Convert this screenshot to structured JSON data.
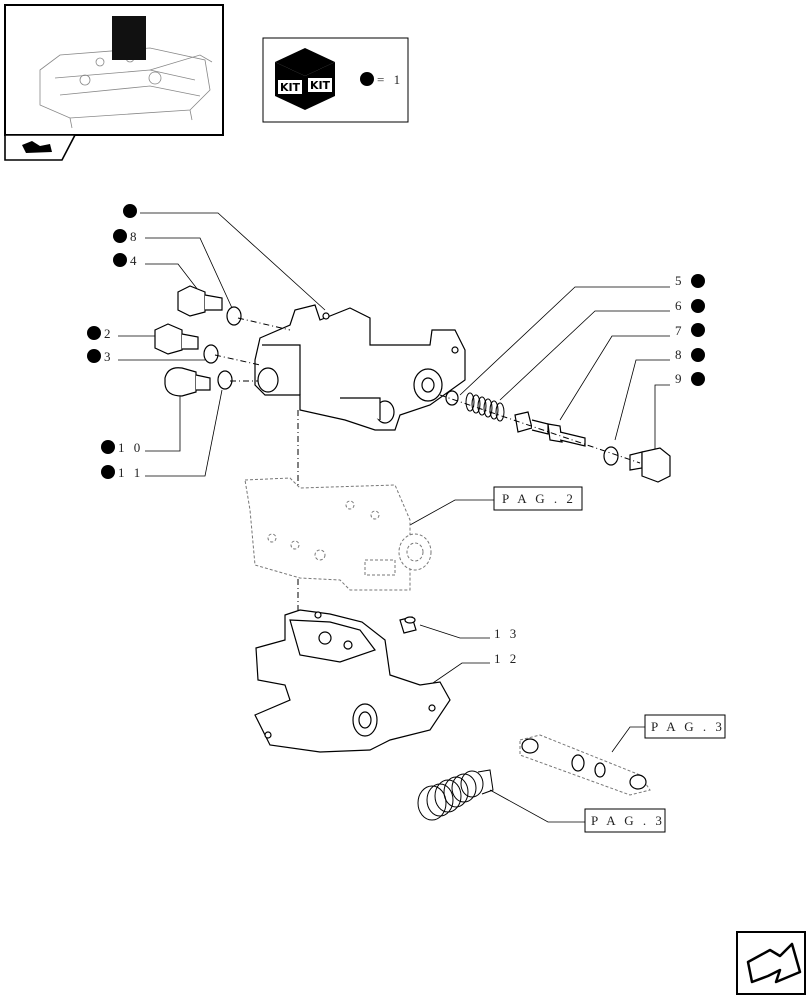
{
  "kit_legend": {
    "icon_text_1": "KIT",
    "icon_text_2": "KIT",
    "equals_text": "= 1"
  },
  "callouts": {
    "c_body": "",
    "c_8a": "8",
    "c_4": "4",
    "c_2": "2",
    "c_3": "3",
    "c_10": "1 0",
    "c_11": "1 1",
    "c_5": "5",
    "c_6": "6",
    "c_7": "7",
    "c_8b": "8",
    "c_9": "9",
    "c_13": "1 3",
    "c_12": "1 2"
  },
  "page_refs": {
    "pag2": "P A G . 2",
    "pag3a": "P A G . 3",
    "pag3b": "P A G . 3"
  }
}
